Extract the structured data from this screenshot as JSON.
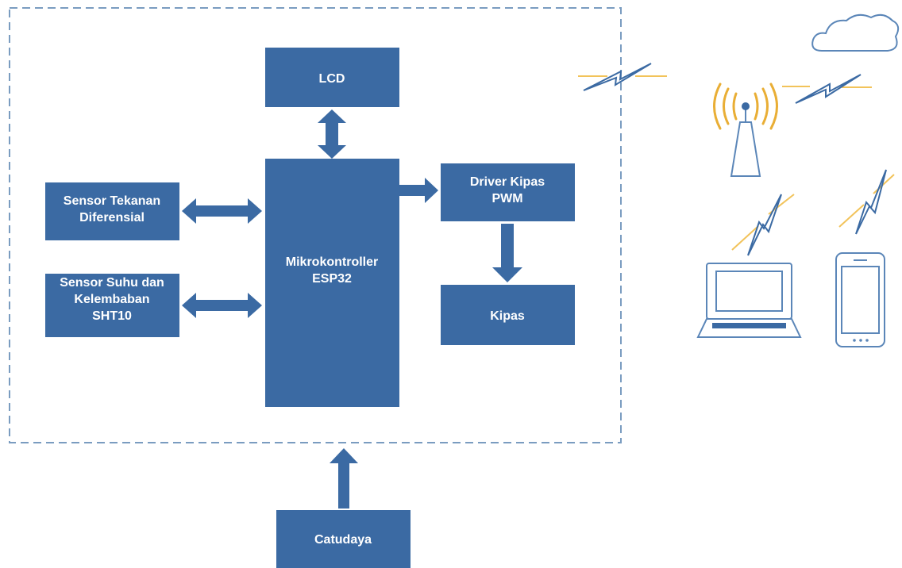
{
  "colors": {
    "block": "#3b6aa3",
    "arrow": "#3b6aa3",
    "boundary": "#7a9cc0",
    "device_outline": "#5b86b8",
    "signal_line": "#f2c35a",
    "signal_bolt": "#3b6aa3",
    "antenna_waves": "#e9ae35",
    "background": "#ffffff"
  },
  "blocks": {
    "lcd": {
      "lines": [
        "LCD"
      ]
    },
    "sensor_pressure": {
      "lines": [
        "Sensor Tekanan",
        "Diferensial"
      ]
    },
    "sensor_temp": {
      "lines": [
        "Sensor Suhu dan",
        "Kelembaban",
        "SHT10"
      ]
    },
    "mcu": {
      "lines": [
        "Mikrokontroller",
        "ESP32"
      ]
    },
    "driver": {
      "lines": [
        "Driver Kipas",
        "PWM"
      ]
    },
    "fan": {
      "lines": [
        "Kipas"
      ]
    },
    "power": {
      "lines": [
        "Catudaya"
      ]
    }
  },
  "icons": {
    "cloud": "cloud-icon",
    "antenna": "antenna-tower-icon",
    "laptop": "laptop-icon",
    "phone": "smartphone-icon",
    "signal": "lightning-signal-icon"
  }
}
